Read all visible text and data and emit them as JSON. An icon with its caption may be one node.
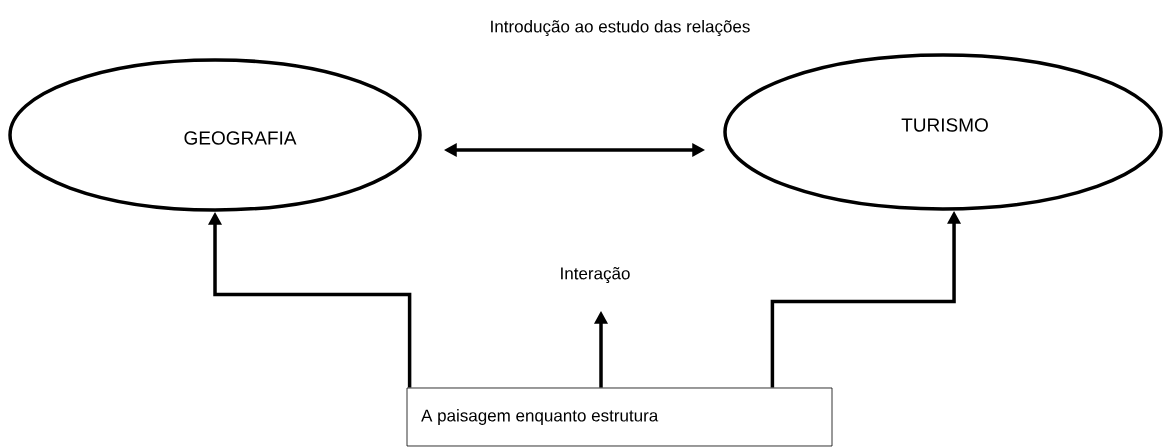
{
  "diagram": {
    "title": "Introdução ao estudo das relações",
    "nodes": [
      {
        "text": [
          "GEOGRAFIA"
        ]
      },
      {
        "text": [
          "TURISMO"
        ]
      },
      {
        "text": [
          "Interação"
        ]
      },
      {
        "text": [
          "A paisagem enquanto estrutura"
        ]
      }
    ],
    "edges": [
      {
        "from": 0,
        "to": 1,
        "arrow": "both"
      },
      {
        "from": 3,
        "to": 0,
        "arrow": "to"
      },
      {
        "from": 3,
        "to": 2,
        "arrow": "to"
      },
      {
        "from": 3,
        "to": 1,
        "arrow": "to"
      }
    ]
  }
}
